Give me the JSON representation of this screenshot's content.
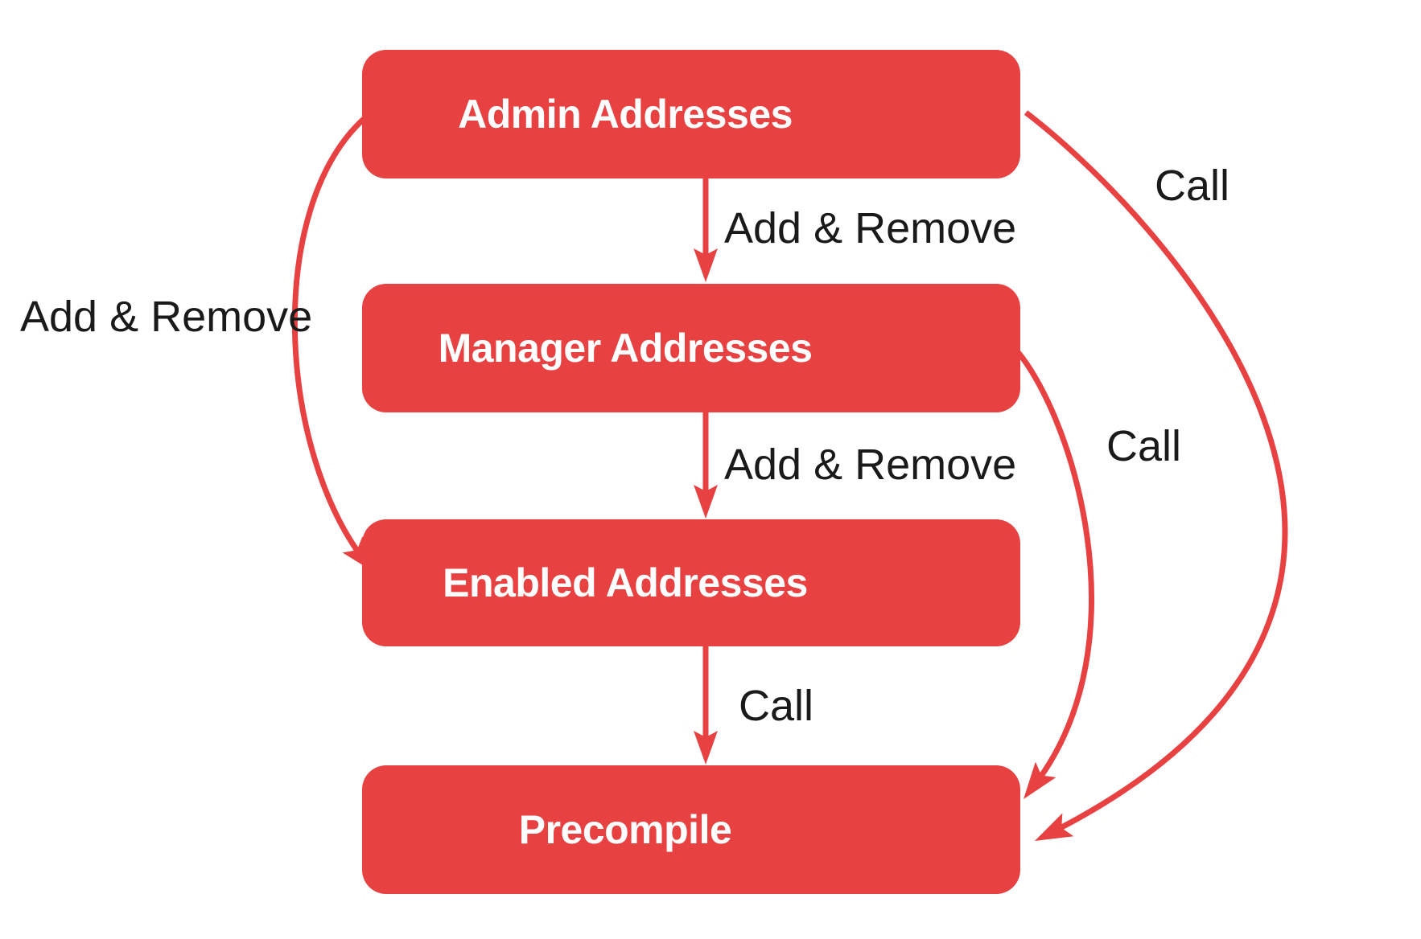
{
  "diagram": {
    "type": "flowchart",
    "background_color": "#ffffff",
    "node_fill_color": "#e84142",
    "node_text_color": "#ffffff",
    "edge_color": "#e84142",
    "edge_label_color": "#1a1a1a",
    "nodes": [
      {
        "id": "admin",
        "label": "Admin Addresses"
      },
      {
        "id": "manager",
        "label": "Manager Addresses"
      },
      {
        "id": "enabled",
        "label": "Enabled Addresses"
      },
      {
        "id": "precompile",
        "label": "Precompile"
      }
    ],
    "edges": [
      {
        "from": "admin",
        "to": "manager",
        "label": "Add & Remove",
        "shape": "straight-down"
      },
      {
        "from": "manager",
        "to": "enabled",
        "label": "Add & Remove",
        "shape": "straight-down"
      },
      {
        "from": "enabled",
        "to": "precompile",
        "label": "Call",
        "shape": "straight-down"
      },
      {
        "from": "admin",
        "to": "enabled",
        "label": "Add & Remove",
        "shape": "curve-left"
      },
      {
        "from": "admin",
        "to": "precompile",
        "label": "Call",
        "shape": "curve-right-outer"
      },
      {
        "from": "manager",
        "to": "precompile",
        "label": "Call",
        "shape": "curve-right-inner"
      }
    ]
  }
}
